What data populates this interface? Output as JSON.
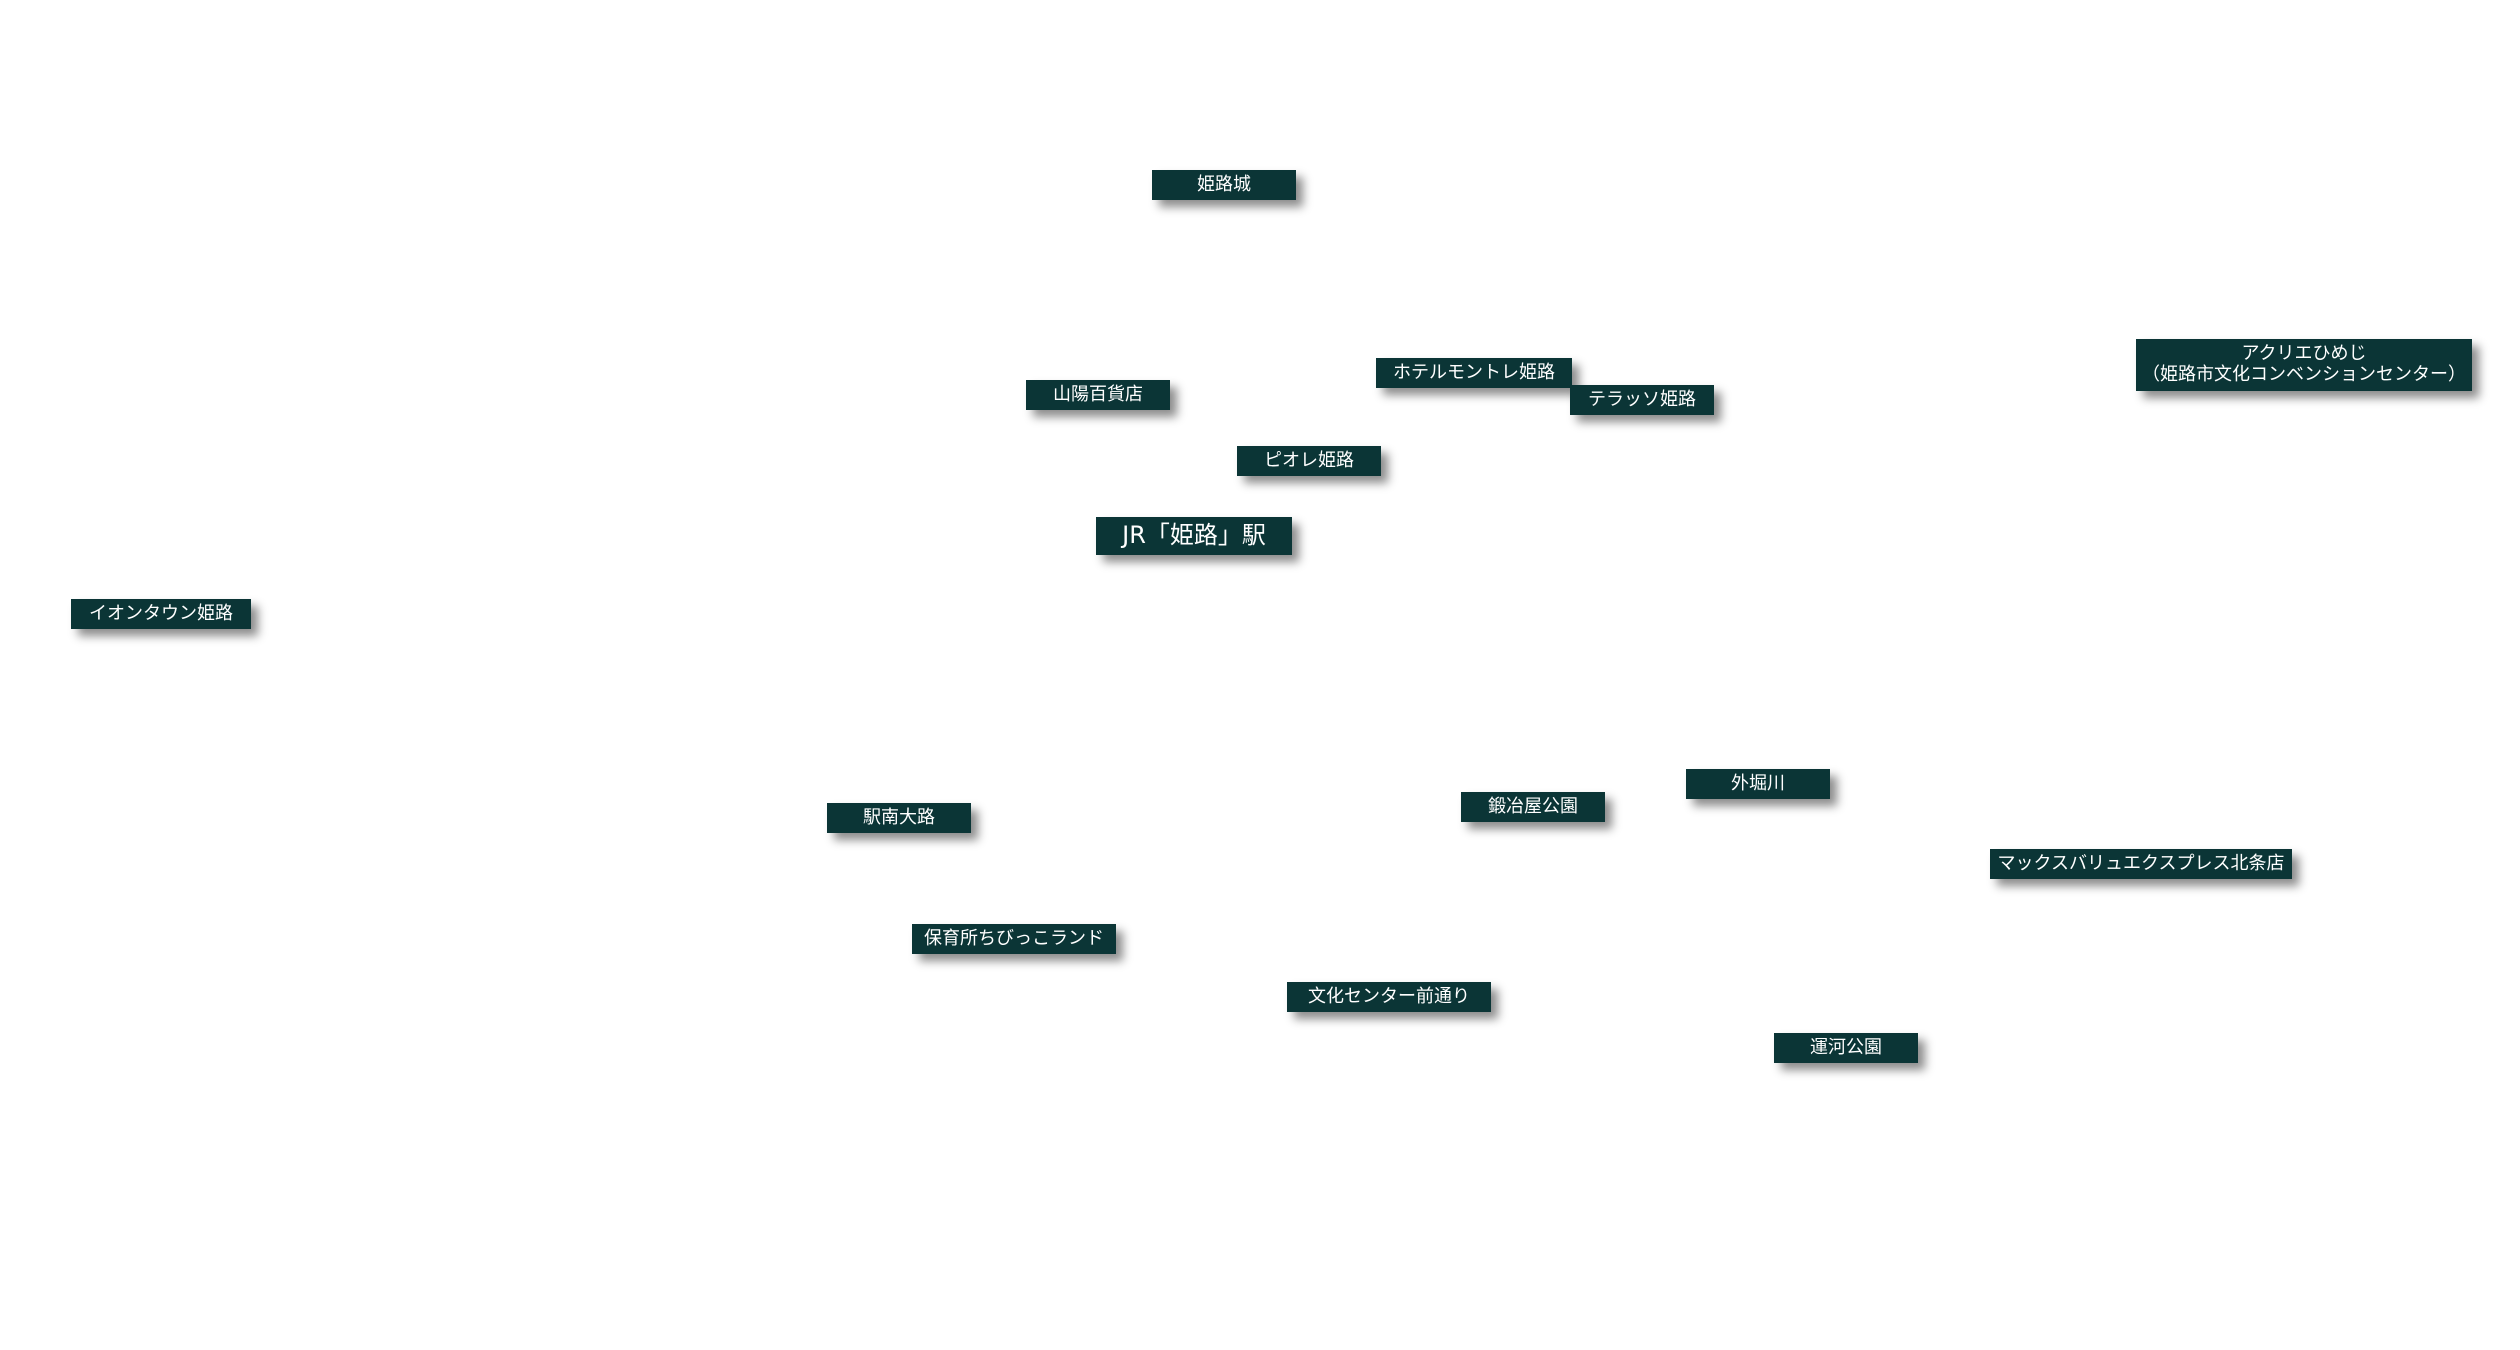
{
  "map": {
    "labels": {
      "himeji_castle": "姫路城",
      "sanyo_department_store": "山陽百貨店",
      "hotel_monterey": "ホテルモントレ姫路",
      "terrasso": "テラッソ姫路",
      "piole": "ピオレ姫路",
      "jr_station": "JR「姫路」駅",
      "aeon_town": "イオンタウン姫路",
      "acrea_line1": "アクリエひめじ",
      "acrea_line2": "（姫路市文化コンベンションセンター）",
      "ekinan_oji": "駅南大路",
      "kajiya_park": "鍛冶屋公園",
      "sotobori_river": "外堀川",
      "maxvalu": "マックスバリュエクスプレス北条店",
      "daycare": "保育所ちびっこランド",
      "bunka_center_street": "文化センター前通り",
      "unga_park": "運河公園"
    },
    "colors": {
      "label_background": "#0b3536",
      "label_text": "#ffffff",
      "map_background": "#ffffff"
    }
  }
}
